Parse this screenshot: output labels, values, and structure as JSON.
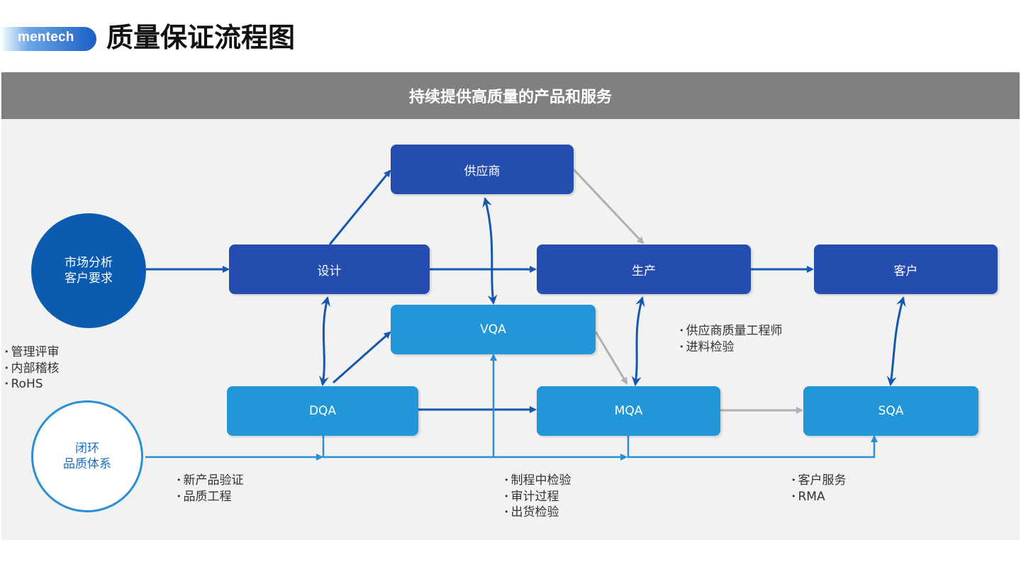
{
  "header": {
    "logo_text": "mentech",
    "title": "质量保证流程图"
  },
  "banner": {
    "text": "持续提供高质量的产品和服务"
  },
  "nodes": {
    "supplier": "供应商",
    "design": "设计",
    "production": "生产",
    "customer": "客户",
    "vqa": "VQA",
    "dqa": "DQA",
    "mqa": "MQA",
    "sqa": "SQA"
  },
  "circles": {
    "market": [
      "市场分析",
      "客户要求"
    ],
    "loop": [
      "闭环",
      "品质体系"
    ]
  },
  "notes": {
    "management": [
      "管理评审",
      "内部稽核",
      "RoHS"
    ],
    "vqa_notes": [
      "供应商质量工程师",
      "进料检验"
    ],
    "dqa_notes": [
      "新产品验证",
      "品质工程"
    ],
    "mqa_notes": [
      "制程中检验",
      "审计过程",
      "出货检验"
    ],
    "sqa_notes": [
      "客户服务",
      "RMA"
    ]
  },
  "colors": {
    "dark_node": "#244daf",
    "light_node": "#2196d8",
    "dark_arrow": "#1657b0",
    "light_arrow": "#2a8fd6",
    "gray_arrow": "#b0b0b0",
    "banner": "#808080"
  }
}
